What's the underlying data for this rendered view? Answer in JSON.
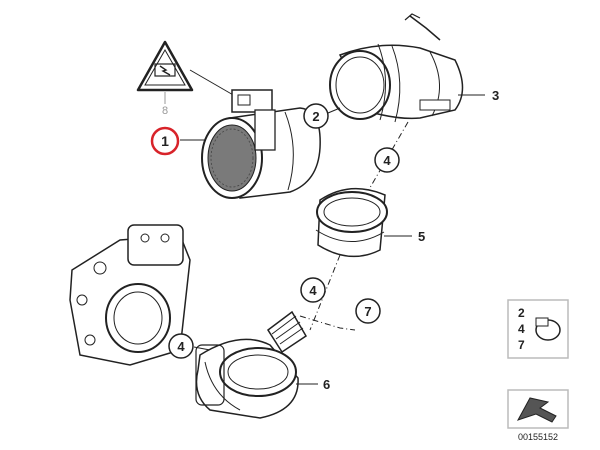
{
  "parts": {
    "mass_air_flow_sensor": {
      "number": "1"
    },
    "warning_label": {
      "number": "8",
      "symbol": "lightning-bolt-icon"
    },
    "intake_boot": {
      "number": "2"
    },
    "boot_end": {
      "number": "3"
    },
    "clamp_a": {
      "number": "4"
    },
    "clamp_b": {
      "number": "4"
    },
    "clamp_c": {
      "number": "4"
    },
    "seal_ring": {
      "number": "5"
    },
    "elbow_duct": {
      "number": "6"
    },
    "hose_stub": {
      "number": "7"
    }
  },
  "legend": {
    "line1": "2",
    "line2": "4",
    "line3": "7"
  },
  "image_id": "00155152",
  "colors": {
    "line": "#222222",
    "fill": "#ffffff",
    "highlight": "#d8232a",
    "legend_box": "#bbbbbb",
    "muted": "#999999"
  }
}
